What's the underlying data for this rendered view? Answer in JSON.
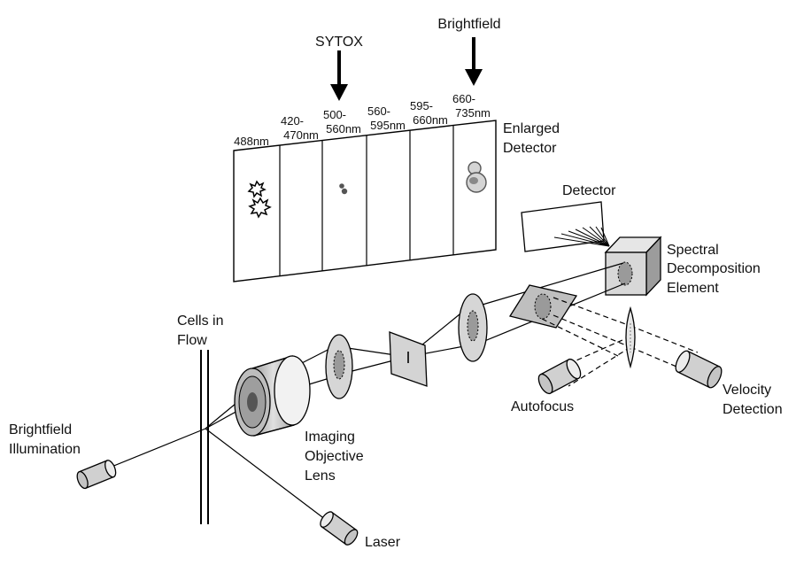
{
  "arrows": {
    "sytox": "SYTOX",
    "brightfield": "Brightfield"
  },
  "detector_panel": {
    "bands": [
      {
        "line1": "488nm",
        "line2": ""
      },
      {
        "line1": "420-",
        "line2": "470nm"
      },
      {
        "line1": "500-",
        "line2": "560nm"
      },
      {
        "line1": "560-",
        "line2": "595nm"
      },
      {
        "line1": "595-",
        "line2": "660nm"
      },
      {
        "line1": "660-",
        "line2": "735nm"
      }
    ],
    "label_line1": "Enlarged",
    "label_line2": "Detector"
  },
  "components": {
    "detector": "Detector",
    "spectral_line1": "Spectral",
    "spectral_line2": "Decomposition",
    "spectral_line3": "Element",
    "cells_line1": "Cells in",
    "cells_line2": "Flow",
    "brightfield_line1": "Brightfield",
    "brightfield_line2": "Illumination",
    "imaging_line1": "Imaging",
    "imaging_line2": "Objective",
    "imaging_line3": "Lens",
    "autofocus": "Autofocus",
    "velocity_line1": "Velocity",
    "velocity_line2": "Detection",
    "laser": "Laser"
  }
}
